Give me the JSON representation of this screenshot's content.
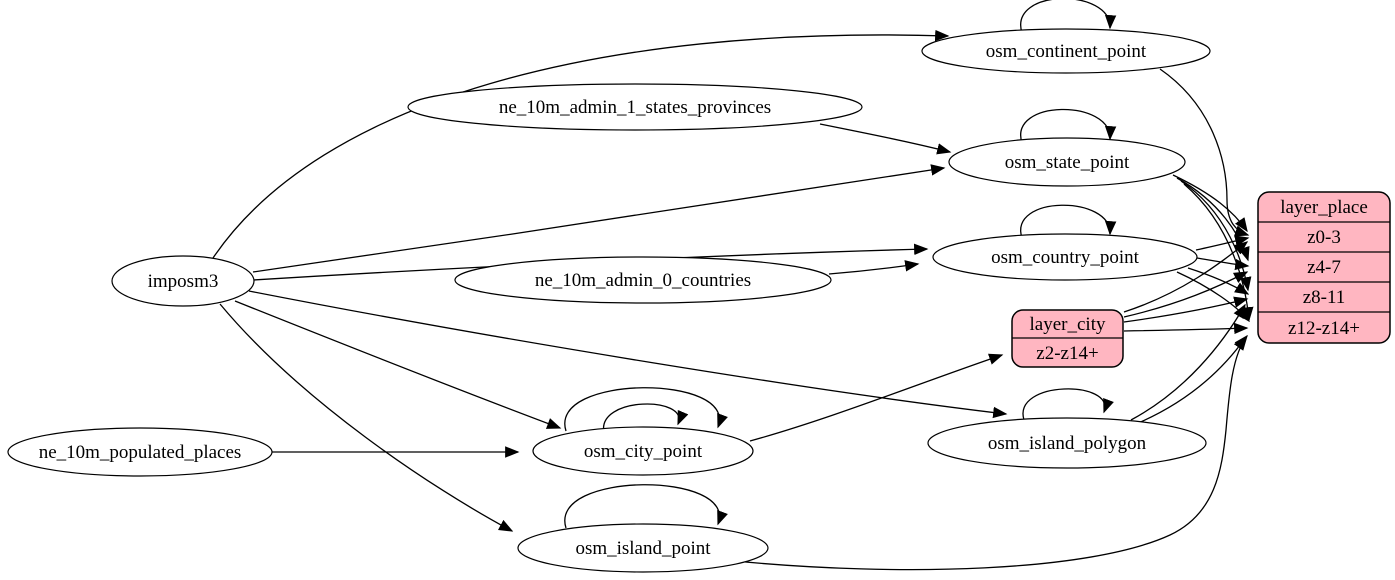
{
  "diagram": {
    "type": "graphviz-etl-digraph",
    "colors": {
      "background": "#ffffff",
      "ellipse_fill": "#ffffff",
      "node_stroke": "#000000",
      "record_fill": "#ffb6c1",
      "edge": "#000000",
      "text": "#000000"
    },
    "nodes": [
      {
        "id": "imposm3",
        "type": "ellipse",
        "label": "imposm3"
      },
      {
        "id": "ne_10m_admin_1_states_provinces",
        "type": "ellipse",
        "label": "ne_10m_admin_1_states_provinces"
      },
      {
        "id": "ne_10m_admin_0_countries",
        "type": "ellipse",
        "label": "ne_10m_admin_0_countries"
      },
      {
        "id": "ne_10m_populated_places",
        "type": "ellipse",
        "label": "ne_10m_populated_places"
      },
      {
        "id": "osm_continent_point",
        "type": "ellipse",
        "label": "osm_continent_point"
      },
      {
        "id": "osm_state_point",
        "type": "ellipse",
        "label": "osm_state_point"
      },
      {
        "id": "osm_country_point",
        "type": "ellipse",
        "label": "osm_country_point"
      },
      {
        "id": "osm_city_point",
        "type": "ellipse",
        "label": "osm_city_point"
      },
      {
        "id": "osm_island_polygon",
        "type": "ellipse",
        "label": "osm_island_polygon"
      },
      {
        "id": "osm_island_point",
        "type": "ellipse",
        "label": "osm_island_point"
      },
      {
        "id": "layer_city",
        "type": "record",
        "rows": [
          "layer_city",
          "z2-z14+"
        ]
      },
      {
        "id": "layer_place",
        "type": "record",
        "rows": [
          "layer_place",
          "z0-3",
          "z4-7",
          "z8-11",
          "z12-z14+"
        ]
      }
    ],
    "edges": [
      {
        "from": "imposm3",
        "to": "osm_continent_point"
      },
      {
        "from": "imposm3",
        "to": "osm_state_point"
      },
      {
        "from": "imposm3",
        "to": "osm_country_point"
      },
      {
        "from": "imposm3",
        "to": "osm_city_point"
      },
      {
        "from": "imposm3",
        "to": "osm_island_polygon"
      },
      {
        "from": "imposm3",
        "to": "osm_island_point"
      },
      {
        "from": "ne_10m_admin_1_states_provinces",
        "to": "osm_state_point"
      },
      {
        "from": "ne_10m_admin_0_countries",
        "to": "osm_country_point"
      },
      {
        "from": "ne_10m_populated_places",
        "to": "osm_city_point"
      },
      {
        "from": "osm_continent_point",
        "to": "osm_continent_point"
      },
      {
        "from": "osm_state_point",
        "to": "osm_state_point"
      },
      {
        "from": "osm_country_point",
        "to": "osm_country_point"
      },
      {
        "from": "osm_city_point",
        "to": "osm_city_point"
      },
      {
        "from": "osm_city_point",
        "to": "osm_city_point"
      },
      {
        "from": "osm_island_polygon",
        "to": "osm_island_polygon"
      },
      {
        "from": "osm_island_point",
        "to": "osm_island_point"
      },
      {
        "from": "osm_continent_point",
        "to": "layer_place",
        "to_row": "z0-3"
      },
      {
        "from": "osm_state_point",
        "to": "layer_place",
        "to_row": "z0-3"
      },
      {
        "from": "osm_state_point",
        "to": "layer_place",
        "to_row": "z4-7"
      },
      {
        "from": "osm_state_point",
        "to": "layer_place",
        "to_row": "z8-11"
      },
      {
        "from": "osm_state_point",
        "to": "layer_place",
        "to_row": "z12-z14+"
      },
      {
        "from": "osm_country_point",
        "to": "layer_place",
        "to_row": "z0-3"
      },
      {
        "from": "osm_country_point",
        "to": "layer_place",
        "to_row": "z4-7"
      },
      {
        "from": "osm_country_point",
        "to": "layer_place",
        "to_row": "z8-11"
      },
      {
        "from": "osm_country_point",
        "to": "layer_place",
        "to_row": "z12-z14+"
      },
      {
        "from": "osm_city_point",
        "to": "layer_city",
        "to_row": "z2-z14+"
      },
      {
        "from": "layer_city",
        "to": "layer_place",
        "to_row": "z0-3"
      },
      {
        "from": "layer_city",
        "to": "layer_place",
        "to_row": "z4-7"
      },
      {
        "from": "layer_city",
        "to": "layer_place",
        "to_row": "z8-11"
      },
      {
        "from": "layer_city",
        "to": "layer_place",
        "to_row": "z12-z14+"
      },
      {
        "from": "osm_island_polygon",
        "to": "layer_place",
        "to_row": "z8-11"
      },
      {
        "from": "osm_island_polygon",
        "to": "layer_place",
        "to_row": "z12-z14+"
      },
      {
        "from": "osm_island_point",
        "to": "layer_place",
        "to_row": "z12-z14+"
      }
    ]
  }
}
